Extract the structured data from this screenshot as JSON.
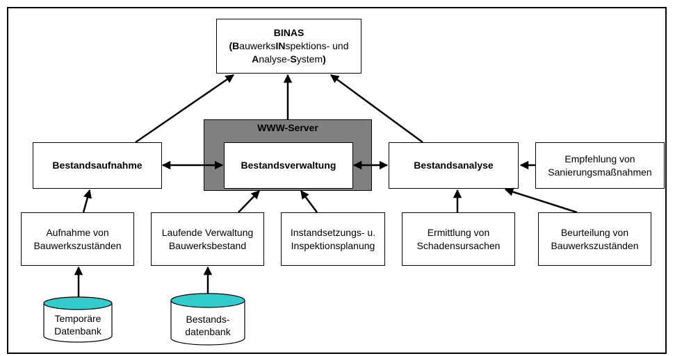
{
  "binas": {
    "title": "BINAS",
    "line2_pre": "(",
    "b": "B",
    "auwerks": "auwerks",
    "in": "IN",
    "spektions": "spektions- und",
    "a": "A",
    "nalyse": "nalyse-",
    "s": "S",
    "ystem": "ystem",
    "close": ")"
  },
  "server": {
    "label": "WWW-Server"
  },
  "nodes": {
    "bestandsaufnahme": "Bestandsaufnahme",
    "bestandsverwaltung": "Bestandsverwaltung",
    "bestandsanalyse": "Bestandsanalyse",
    "empfehlung": [
      "Empfehlung von",
      "Sanierungsmaßnahmen"
    ],
    "aufnahme": [
      "Aufnahme von",
      "Bauwerkszuständen"
    ],
    "laufende": [
      "Laufende Verwaltung",
      "Bauwerksbestand"
    ],
    "instandsetzung": [
      "Instandsetzungs- u.",
      "Inspektionsplanung"
    ],
    "ermittlung": [
      "Ermittlung von",
      "Schadensursachen"
    ],
    "beurteilung": [
      "Beurteilung von",
      "Bauwerkszuständen"
    ]
  },
  "databases": {
    "temporaer": [
      "Temporäre",
      "Datenbank"
    ],
    "bestand": [
      "Bestands-",
      "datenbank"
    ]
  },
  "colors": {
    "database_top": "#33CCCC",
    "server_fill": "#808080"
  }
}
